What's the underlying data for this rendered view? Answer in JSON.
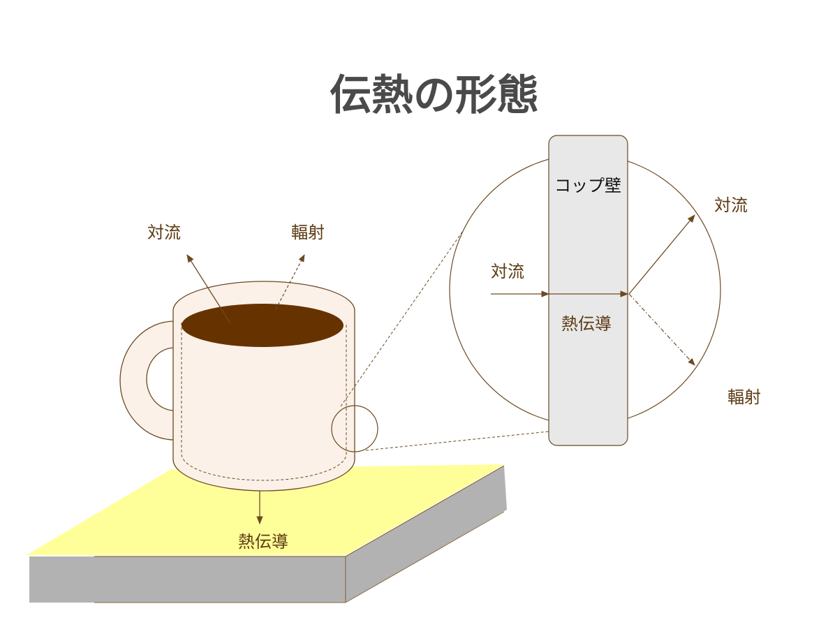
{
  "title": "伝熱の形態",
  "mug": {
    "convection_label": "対流",
    "radiation_label": "輻射",
    "conduction_label": "熱伝導"
  },
  "zoom": {
    "wall_label": "コップ壁",
    "convection_in_label": "対流",
    "conduction_label": "熱伝導",
    "convection_out_label": "対流",
    "radiation_label": "輻射"
  },
  "colors": {
    "title": "#4a4a4a",
    "line": "#6b4a22",
    "label": "#5b3a12",
    "coffee": "#663300",
    "mug_fill": "#fbf1e8",
    "table_top": "#ffff99",
    "table_side": "#b2b2b2",
    "wall_fill": "#e8e8e8"
  }
}
